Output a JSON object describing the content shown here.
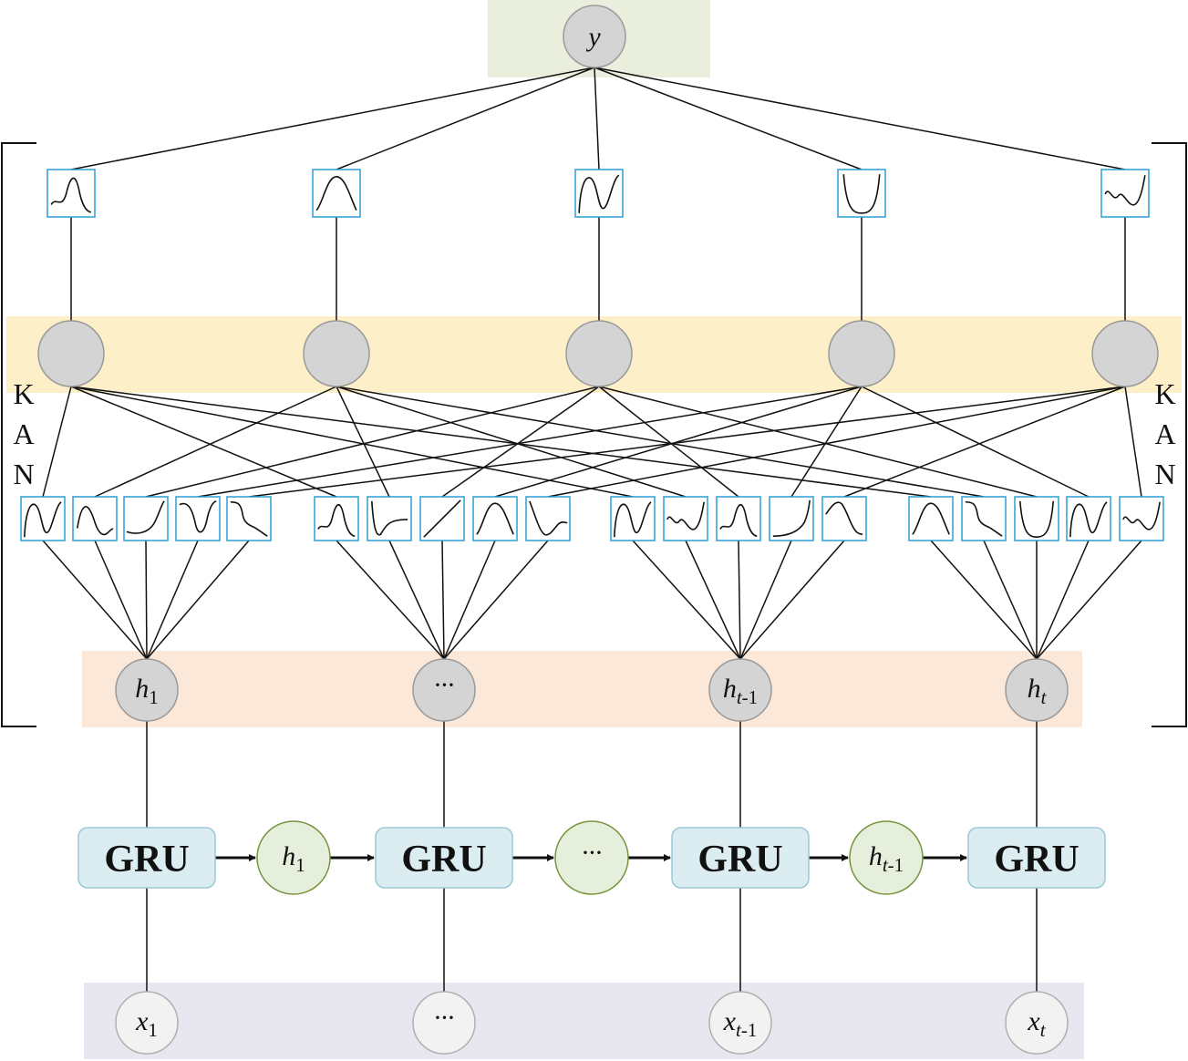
{
  "output": {
    "label": "y"
  },
  "kan": {
    "side_label_letters": [
      "K",
      "A",
      "N"
    ],
    "output_functions": [
      "gaussian-peak",
      "sigmoid-bump",
      "wave",
      "u-curve",
      "wiggle-dip"
    ],
    "hidden_neuron_count": 5,
    "edge_function_groups": [
      [
        "wave",
        "damped-wave",
        "s-curve",
        "dip-wave",
        "step-down"
      ],
      [
        "gaussian-peak",
        "v-dip",
        "linear",
        "sigmoid-bump",
        "v-dip-flat"
      ],
      [
        "wave",
        "wiggle-dip",
        "gaussian-peak",
        "exp-rise",
        "hump"
      ],
      [
        "sigmoid-bump",
        "step-down",
        "u-curve",
        "wave",
        "wiggle-dip"
      ]
    ]
  },
  "hidden_states": [
    {
      "base": "h",
      "sub": "1",
      "sub_italic": false
    },
    {
      "text": "···"
    },
    {
      "base": "h",
      "sub": "t",
      "sub_rest": "-1",
      "sub_italic": true
    },
    {
      "base": "h",
      "sub": "t",
      "sub_italic": true
    }
  ],
  "gru_chain": {
    "cell_label": "GRU",
    "carries": [
      {
        "base": "h",
        "sub": "1",
        "sub_italic": false
      },
      {
        "text": "···"
      },
      {
        "base": "h",
        "sub": "t",
        "sub_rest": "-1",
        "sub_italic": true
      }
    ]
  },
  "inputs": [
    {
      "base": "x",
      "sub": "1",
      "sub_italic": false
    },
    {
      "text": "···"
    },
    {
      "base": "x",
      "sub": "t",
      "sub_rest": "-1",
      "sub_italic": true
    },
    {
      "base": "x",
      "sub": "t",
      "sub_italic": true
    }
  ],
  "colors": {
    "output_band": "#e9efdc",
    "kan_band": "#fdf0c8",
    "hidden_band": "#fbe8d8",
    "input_band": "#e8e6ee",
    "neuron_fill": "#d4d4d4",
    "neuron_stroke": "#9a9a9a",
    "function_box_stroke": "#2a9fd6",
    "gru_fill": "#dcedf2",
    "gru_stroke": "#9cc7d8",
    "carry_fill": "#e6efdc",
    "carry_stroke": "#77933c",
    "input_fill": "#f2f2f2",
    "line": "#111111"
  }
}
